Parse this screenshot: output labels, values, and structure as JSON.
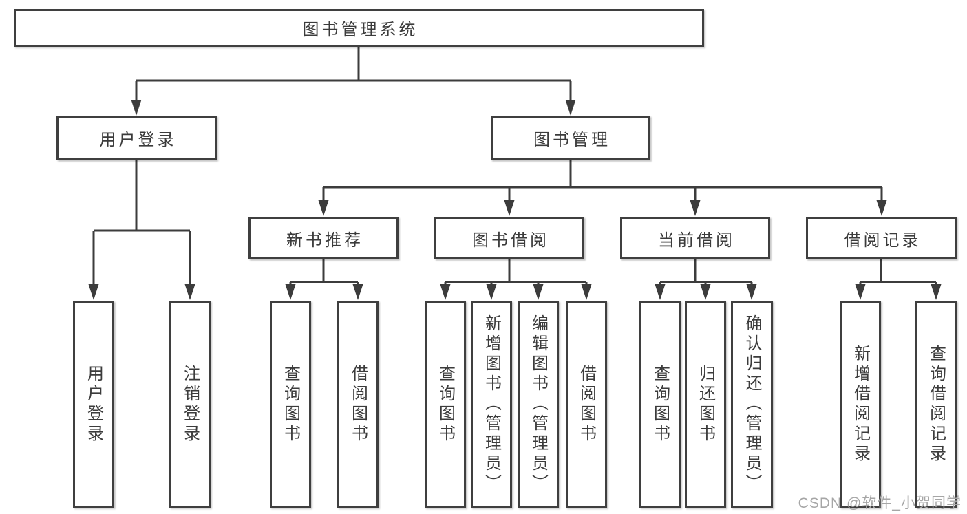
{
  "diagram": {
    "root": {
      "label": "图书管理系统"
    },
    "user_login": {
      "label": "用户登录",
      "children": [
        {
          "label": "用户登录"
        },
        {
          "label": "注销登录"
        }
      ]
    },
    "book_management": {
      "label": "图书管理",
      "sections": [
        {
          "label": "新书推荐",
          "children": [
            {
              "label": "查询图书"
            },
            {
              "label": "借阅图书"
            }
          ]
        },
        {
          "label": "图书借阅",
          "children": [
            {
              "label": "查询图书"
            },
            {
              "label": "新增图书（管理员）"
            },
            {
              "label": "编辑图书（管理员）"
            },
            {
              "label": "借阅图书"
            }
          ]
        },
        {
          "label": "当前借阅",
          "children": [
            {
              "label": "查询图书"
            },
            {
              "label": "归还图书"
            },
            {
              "label": "确认归还（管理员）"
            }
          ]
        },
        {
          "label": "借阅记录",
          "children": [
            {
              "label": "新增借阅记录"
            },
            {
              "label": "查询借阅记录"
            }
          ]
        }
      ]
    }
  },
  "watermark": "CSDN @软件_小贺同学",
  "colors": {
    "line": "#3c3c3c",
    "box_border": "#3f3f3f",
    "text": "#3b3b3b",
    "background": "#ffffff",
    "watermark": "#a6a6a6"
  }
}
